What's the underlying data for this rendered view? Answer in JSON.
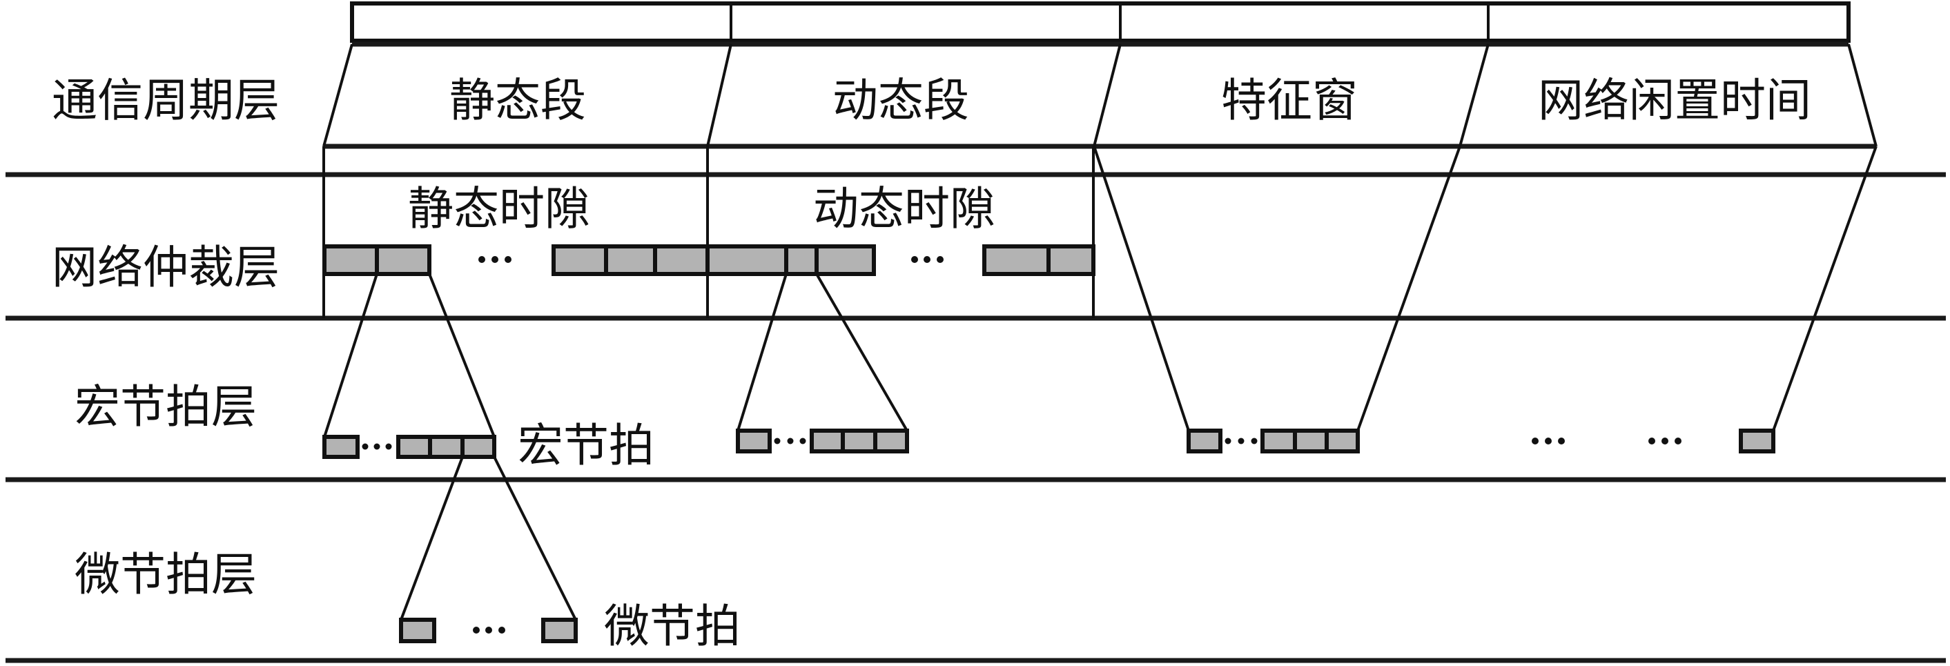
{
  "layers": {
    "cycle": "通信周期层",
    "arbitration": "网络仲裁层",
    "macrotick": "宏节拍层",
    "microtick": "微节拍层"
  },
  "segments": [
    "静态段",
    "动态段",
    "特征窗",
    "网络闲置时间"
  ],
  "slot_labels": {
    "static": "静态时隙",
    "dynamic": "动态时隙"
  },
  "annotations": {
    "macrotick": "宏节拍",
    "microtick": "微节拍"
  },
  "ellipsis": "…",
  "colors": {
    "slot_fill": "#b3b3b3",
    "stroke": "#111111"
  }
}
